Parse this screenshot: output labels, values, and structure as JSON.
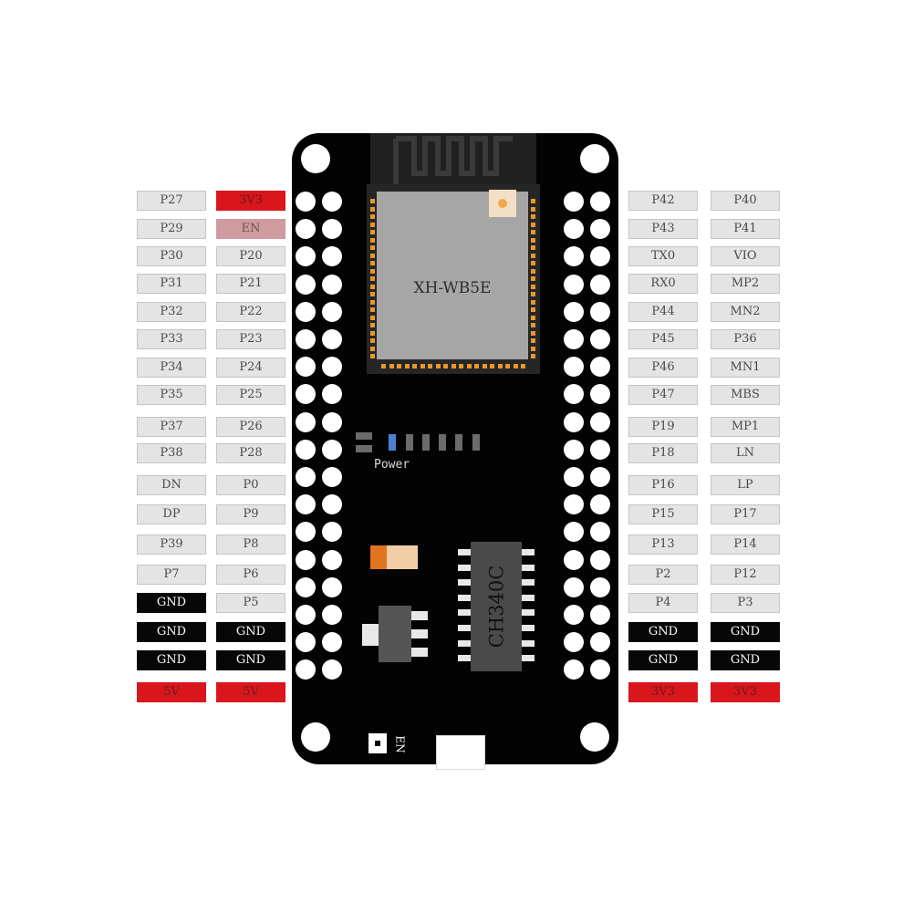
{
  "board": {
    "module_label": "XH-WB5E",
    "chip_label": "CH340C",
    "power_led_label": "Power",
    "enable_button_label": "EN",
    "colors": {
      "board": "#030303",
      "pin": "#e4e4e4",
      "gnd": "#070707",
      "power": "#d8161c",
      "enable": "#cf9aa0",
      "pad_accent": "#e9972a"
    }
  },
  "left_outer_pins": [
    "P27",
    "P29",
    "P30",
    "P31",
    "P32",
    "P33",
    "P34",
    "P35",
    "P37",
    "P38",
    "DN",
    "DP",
    "P39",
    "P7",
    "GND",
    "GND",
    "GND",
    "5V"
  ],
  "left_inner_pins": [
    "3V3",
    "EN",
    "P20",
    "P21",
    "P22",
    "P23",
    "P24",
    "P25",
    "P26",
    "P28",
    "P0",
    "P9",
    "P8",
    "P6",
    "P5",
    "GND",
    "GND",
    "5V"
  ],
  "right_inner_pins": [
    "P42",
    "P43",
    "TX0",
    "RX0",
    "P44",
    "P45",
    "P46",
    "P47",
    "P19",
    "P18",
    "P16",
    "P15",
    "P13",
    "P2",
    "P4",
    "GND",
    "GND",
    "3V3"
  ],
  "right_outer_pins": [
    "P40",
    "P41",
    "VIO",
    "MP2",
    "MN2",
    "P36",
    "MN1",
    "MBS",
    "MP1",
    "LN",
    "LP",
    "P17",
    "P14",
    "P12",
    "P3",
    "GND",
    "GND",
    "3V3"
  ]
}
